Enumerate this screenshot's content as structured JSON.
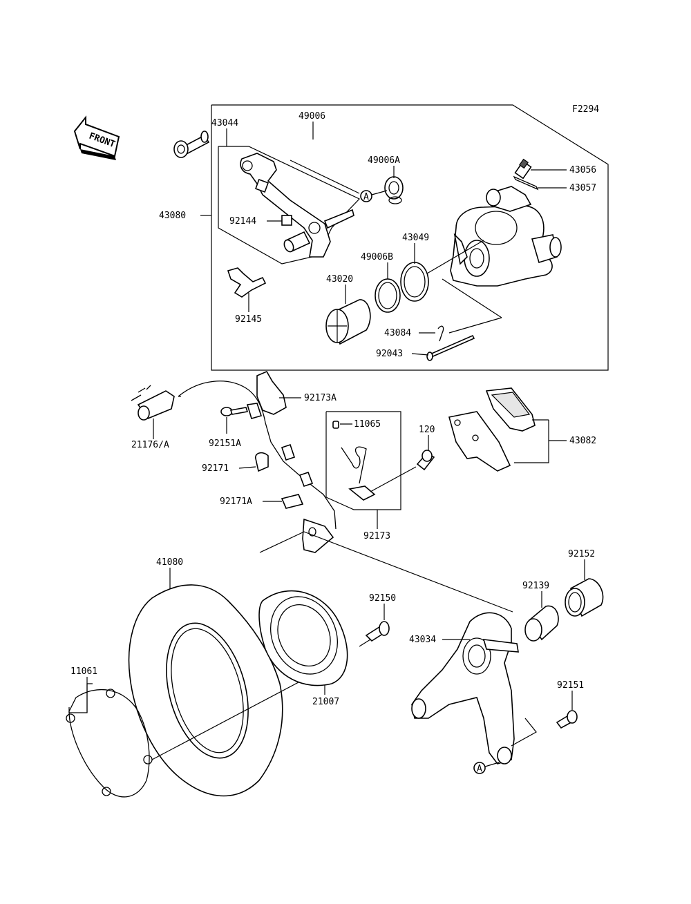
{
  "figure_code": "F2294",
  "front_label": "FRONT",
  "reference_mark": "A",
  "callouts": {
    "c43044": "43044",
    "c49006": "49006",
    "c49006a": "49006A",
    "c43056": "43056",
    "c43057": "43057",
    "c43080": "43080",
    "c92144": "92144",
    "c43049": "43049",
    "c49006b": "49006B",
    "c43020": "43020",
    "c92145": "92145",
    "c43084": "43084",
    "c92043": "92043",
    "c92173a": "92173A",
    "c21176a": "21176/A",
    "c92151a": "92151A",
    "c11065": "11065",
    "c120": "120",
    "c43082": "43082",
    "c92171": "92171",
    "c92171a": "92171A",
    "c92173": "92173",
    "c41080": "41080",
    "c92152": "92152",
    "c92139": "92139",
    "c92150": "92150",
    "c43034": "43034",
    "c11061": "11061",
    "c21007": "21007",
    "c92151": "92151"
  }
}
